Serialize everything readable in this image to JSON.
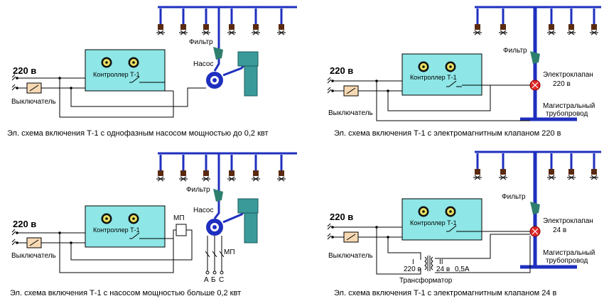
{
  "colors": {
    "pipe": "#1f2fbf",
    "controller_fill": "#8ee6e6",
    "tank": "#3a9a9a",
    "filter": "#2e7f6e",
    "valve": "#e02828",
    "sprinkler": "#5a2a10",
    "switch_fill": "#f6d9b3"
  },
  "diagrams": [
    {
      "voltage": "220 в",
      "controller": "Контроллер Т-1",
      "switch": "Выключатель",
      "filter": "Фильтр",
      "pump": "Насос",
      "caption": "Эл. схема включения Т-1 с однофазным насосом мощностью до 0,2 квт"
    },
    {
      "voltage": "220 в",
      "controller": "Контроллер Т-1",
      "switch": "Выключатель",
      "filter": "Фильтр",
      "valve_line1": "Электроклапан",
      "valve_line2": "220 в",
      "pipeline_line1": "Магистральный",
      "pipeline_line2": "трубопровод",
      "caption": "Эл. схема включения Т-1 с электромагнитным клапаном 220 в"
    },
    {
      "voltage": "220 в",
      "controller": "Контроллер Т-1",
      "switch": "Выключатель",
      "filter": "Фильтр",
      "pump": "Насос",
      "starter": "МП",
      "starter2": "МП",
      "phase_a": "А",
      "phase_b": "Б",
      "phase_c": "С",
      "caption": "Эл. схема включения Т-1 с насосом мощностью больше 0,2 квт"
    },
    {
      "voltage": "220 в",
      "controller": "Контроллер Т-1",
      "switch": "Выключатель",
      "filter": "Фильтр",
      "valve_line1": "Электроклапан",
      "valve_line2": "24 в",
      "pipeline_line1": "Магистральный",
      "pipeline_line2": "трубопровод",
      "transformer": "Трансформатор",
      "winding1": "I",
      "winding2": "II",
      "primary": "220 в",
      "secondary": "24 в",
      "current": "0,5А",
      "caption": "Эл. схема включения Т-1 с электромагнитным клапаном 24 в"
    }
  ]
}
